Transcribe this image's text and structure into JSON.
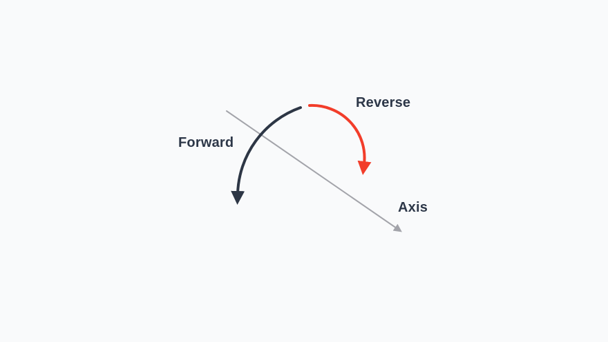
{
  "diagram": {
    "title": "rotation-direction-diagram",
    "labels": {
      "forward": "Forward",
      "reverse": "Reverse",
      "axis": "Axis"
    },
    "colors": {
      "background": "#f9fafb",
      "label_text": "#2d3748",
      "forward_arrow": "#2d3645",
      "reverse_arrow": "#f23d2a",
      "axis_arrow": "#a3a4aa"
    },
    "icons": {
      "forward_arrow": "curved-arrow-counterclockwise-icon",
      "reverse_arrow": "curved-arrow-clockwise-icon",
      "axis_arrow": "diagonal-arrow-icon"
    }
  }
}
